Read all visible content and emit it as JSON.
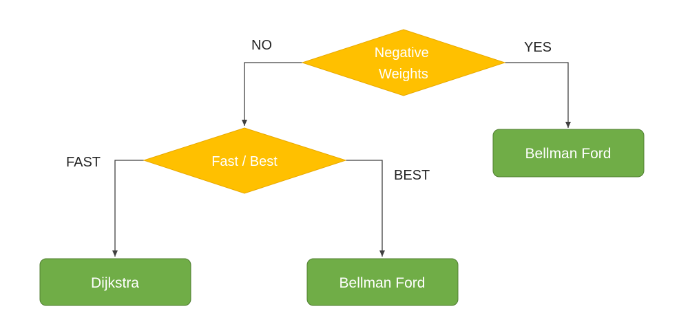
{
  "decisions": {
    "negative_weights": {
      "lines": [
        "Negative",
        "Weights"
      ]
    },
    "fast_best": {
      "label": "Fast / Best"
    }
  },
  "edge_labels": {
    "no": "NO",
    "yes": "YES",
    "fast": "FAST",
    "best": "BEST"
  },
  "results": {
    "yes_branch": "Bellman Ford",
    "fast_branch": "Dijkstra",
    "best_branch": "Bellman Ford"
  },
  "colors": {
    "decision_fill": "#FFC000",
    "decision_stroke": "#E8A800",
    "result_fill": "#70AD47",
    "result_stroke": "#507E32",
    "connector": "#404040"
  }
}
